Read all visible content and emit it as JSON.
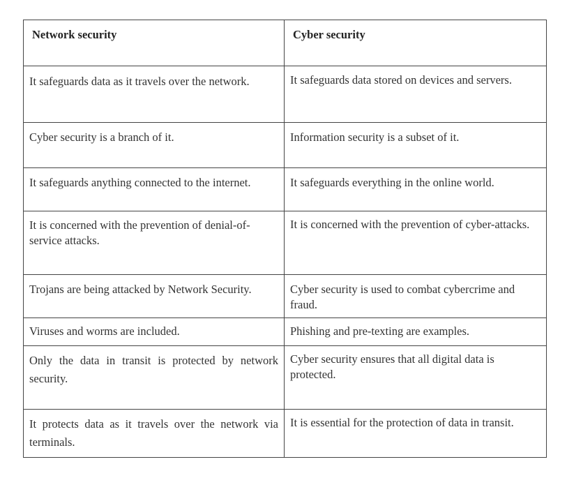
{
  "table": {
    "headers": [
      "Network security",
      "Cyber security"
    ],
    "rows": [
      [
        "It safeguards data as it travels over the network.",
        "It safeguards data stored on devices and servers."
      ],
      [
        "Cyber security is a branch of it.",
        "Information security is a subset of it."
      ],
      [
        "It safeguards anything connected to the internet.",
        "It safeguards everything in the online world."
      ],
      [
        "It is concerned with the prevention of denial-of-service attacks.",
        "It is concerned with the prevention of cyber-attacks."
      ],
      [
        "Trojans are being attacked by Network Security.",
        "Cyber security is used to combat cybercrime and fraud."
      ],
      [
        "Viruses and worms are included.",
        "Phishing and pre-texting are examples."
      ],
      [
        "Only the data in transit is protected by network security.",
        "Cyber security ensures that all digital data is protected."
      ],
      [
        "It protects data as it travels over the network via terminals.",
        "It is essential for the protection of data in transit."
      ]
    ]
  }
}
